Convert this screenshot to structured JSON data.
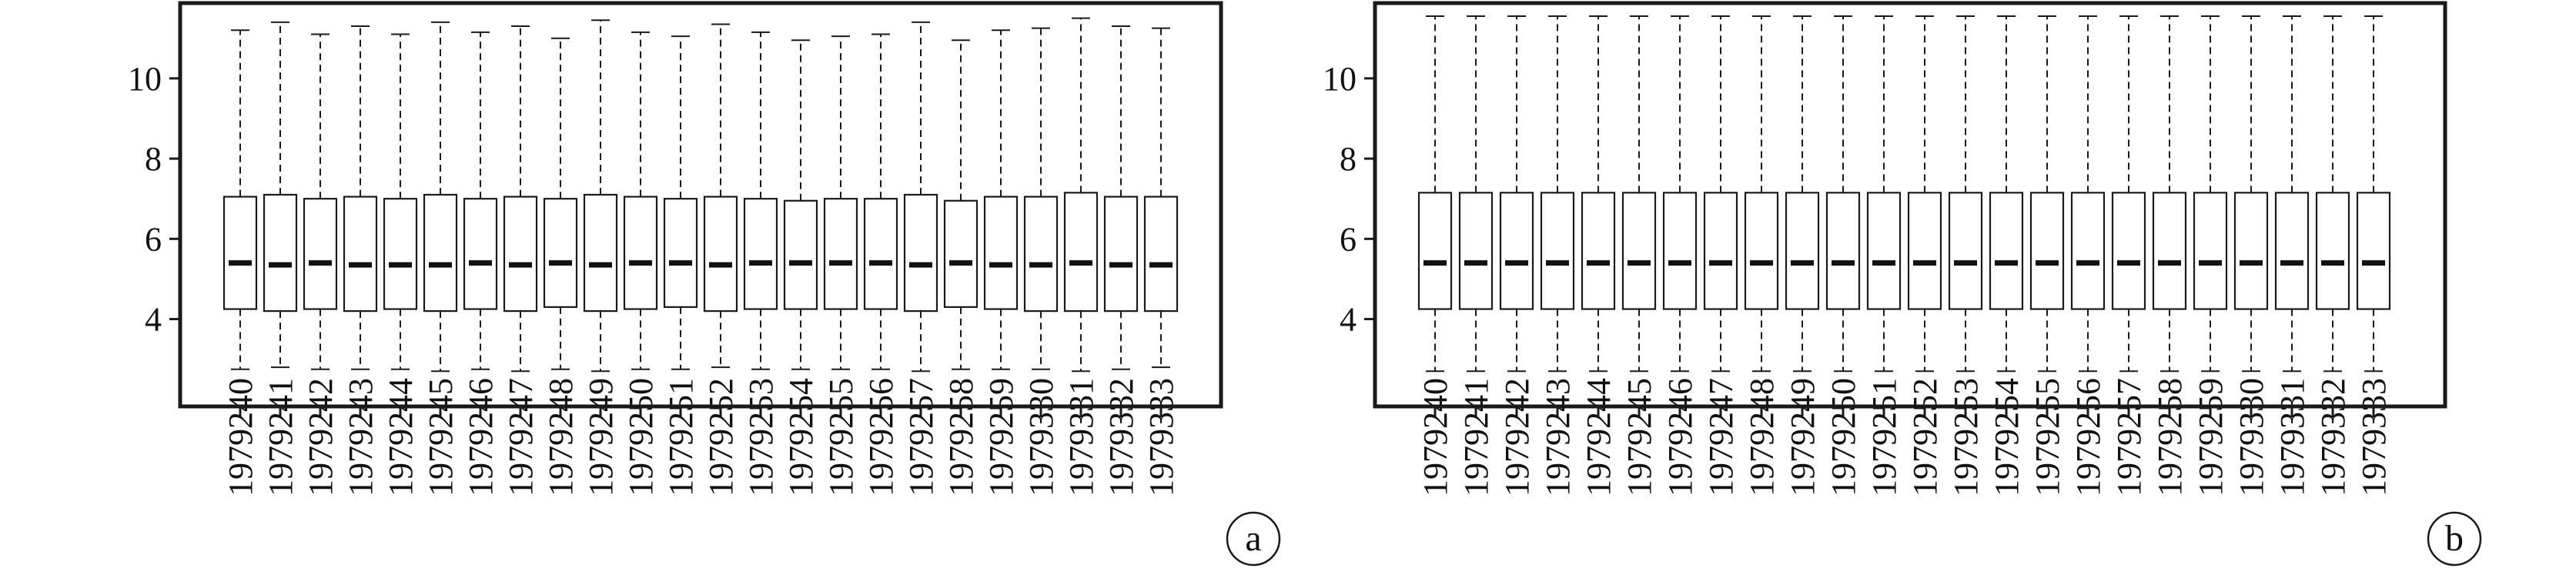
{
  "chart_data": [
    {
      "type": "box",
      "panel_label": "a",
      "title": "",
      "xlabel": "",
      "ylabel": "",
      "ylim": [
        1.9,
        11.8
      ],
      "yticks": [
        4,
        6,
        8,
        10
      ],
      "ytick_labels": [
        "4",
        "6",
        "8",
        "10"
      ],
      "grid": false,
      "categories": [
        "1979240",
        "1979241",
        "1979242",
        "1979243",
        "1979244",
        "1979245",
        "1979246",
        "1979247",
        "1979248",
        "1979249",
        "1979250",
        "1979251",
        "1979252",
        "1979253",
        "1979254",
        "1979255",
        "1979256",
        "1979257",
        "1979258",
        "1979259",
        "1979330",
        "1979331",
        "1979332",
        "1979333"
      ],
      "boxes": [
        {
          "whislo": 2.75,
          "q1": 4.25,
          "med": 5.4,
          "q3": 7.05,
          "whishi": 11.2
        },
        {
          "whislo": 2.8,
          "q1": 4.2,
          "med": 5.35,
          "q3": 7.1,
          "whishi": 11.4
        },
        {
          "whislo": 2.75,
          "q1": 4.25,
          "med": 5.4,
          "q3": 7.0,
          "whishi": 11.1
        },
        {
          "whislo": 2.75,
          "q1": 4.2,
          "med": 5.35,
          "q3": 7.05,
          "whishi": 11.3
        },
        {
          "whislo": 2.75,
          "q1": 4.25,
          "med": 5.35,
          "q3": 7.0,
          "whishi": 11.1
        },
        {
          "whislo": 2.7,
          "q1": 4.2,
          "med": 5.35,
          "q3": 7.1,
          "whishi": 11.4
        },
        {
          "whislo": 2.75,
          "q1": 4.25,
          "med": 5.4,
          "q3": 7.0,
          "whishi": 11.15
        },
        {
          "whislo": 2.7,
          "q1": 4.2,
          "med": 5.35,
          "q3": 7.05,
          "whishi": 11.3
        },
        {
          "whislo": 2.75,
          "q1": 4.3,
          "med": 5.4,
          "q3": 7.0,
          "whishi": 11.0
        },
        {
          "whislo": 2.7,
          "q1": 4.2,
          "med": 5.35,
          "q3": 7.1,
          "whishi": 11.45
        },
        {
          "whislo": 2.75,
          "q1": 4.25,
          "med": 5.4,
          "q3": 7.05,
          "whishi": 11.15
        },
        {
          "whislo": 2.75,
          "q1": 4.3,
          "med": 5.4,
          "q3": 7.0,
          "whishi": 11.05
        },
        {
          "whislo": 2.8,
          "q1": 4.2,
          "med": 5.35,
          "q3": 7.05,
          "whishi": 11.35
        },
        {
          "whislo": 2.75,
          "q1": 4.25,
          "med": 5.4,
          "q3": 7.0,
          "whishi": 11.15
        },
        {
          "whislo": 2.75,
          "q1": 4.25,
          "med": 5.4,
          "q3": 6.95,
          "whishi": 10.95
        },
        {
          "whislo": 2.75,
          "q1": 4.25,
          "med": 5.4,
          "q3": 7.0,
          "whishi": 11.05
        },
        {
          "whislo": 2.75,
          "q1": 4.25,
          "med": 5.4,
          "q3": 7.0,
          "whishi": 11.1
        },
        {
          "whislo": 2.7,
          "q1": 4.2,
          "med": 5.35,
          "q3": 7.1,
          "whishi": 11.4
        },
        {
          "whislo": 2.75,
          "q1": 4.3,
          "med": 5.4,
          "q3": 6.95,
          "whishi": 10.95
        },
        {
          "whislo": 2.75,
          "q1": 4.25,
          "med": 5.35,
          "q3": 7.05,
          "whishi": 11.2
        },
        {
          "whislo": 2.75,
          "q1": 4.2,
          "med": 5.35,
          "q3": 7.05,
          "whishi": 11.25
        },
        {
          "whislo": 2.7,
          "q1": 4.2,
          "med": 5.4,
          "q3": 7.15,
          "whishi": 11.5
        },
        {
          "whislo": 2.75,
          "q1": 4.2,
          "med": 5.35,
          "q3": 7.05,
          "whishi": 11.3
        },
        {
          "whislo": 2.8,
          "q1": 4.2,
          "med": 5.35,
          "q3": 7.05,
          "whishi": 11.25
        }
      ]
    },
    {
      "type": "box",
      "panel_label": "b",
      "title": "",
      "xlabel": "",
      "ylabel": "",
      "ylim": [
        1.9,
        11.8
      ],
      "yticks": [
        4,
        6,
        8,
        10
      ],
      "ytick_labels": [
        "4",
        "6",
        "8",
        "10"
      ],
      "grid": false,
      "categories": [
        "1979240",
        "1979241",
        "1979242",
        "1979243",
        "1979244",
        "1979245",
        "1979246",
        "1979247",
        "1979248",
        "1979249",
        "1979250",
        "1979251",
        "1979252",
        "1979253",
        "1979254",
        "1979255",
        "1979256",
        "1979257",
        "1979258",
        "1979259",
        "1979330",
        "1979331",
        "1979332",
        "1979333"
      ],
      "boxes": [
        {
          "whislo": 2.7,
          "q1": 4.25,
          "med": 5.4,
          "q3": 7.15,
          "whishi": 11.55
        },
        {
          "whislo": 2.7,
          "q1": 4.25,
          "med": 5.4,
          "q3": 7.15,
          "whishi": 11.55
        },
        {
          "whislo": 2.7,
          "q1": 4.25,
          "med": 5.4,
          "q3": 7.15,
          "whishi": 11.55
        },
        {
          "whislo": 2.7,
          "q1": 4.25,
          "med": 5.4,
          "q3": 7.15,
          "whishi": 11.55
        },
        {
          "whislo": 2.7,
          "q1": 4.25,
          "med": 5.4,
          "q3": 7.15,
          "whishi": 11.55
        },
        {
          "whislo": 2.7,
          "q1": 4.25,
          "med": 5.4,
          "q3": 7.15,
          "whishi": 11.55
        },
        {
          "whislo": 2.7,
          "q1": 4.25,
          "med": 5.4,
          "q3": 7.15,
          "whishi": 11.55
        },
        {
          "whislo": 2.7,
          "q1": 4.25,
          "med": 5.4,
          "q3": 7.15,
          "whishi": 11.55
        },
        {
          "whislo": 2.7,
          "q1": 4.25,
          "med": 5.4,
          "q3": 7.15,
          "whishi": 11.55
        },
        {
          "whislo": 2.7,
          "q1": 4.25,
          "med": 5.4,
          "q3": 7.15,
          "whishi": 11.55
        },
        {
          "whislo": 2.7,
          "q1": 4.25,
          "med": 5.4,
          "q3": 7.15,
          "whishi": 11.55
        },
        {
          "whislo": 2.7,
          "q1": 4.25,
          "med": 5.4,
          "q3": 7.15,
          "whishi": 11.55
        },
        {
          "whislo": 2.7,
          "q1": 4.25,
          "med": 5.4,
          "q3": 7.15,
          "whishi": 11.55
        },
        {
          "whislo": 2.7,
          "q1": 4.25,
          "med": 5.4,
          "q3": 7.15,
          "whishi": 11.55
        },
        {
          "whislo": 2.7,
          "q1": 4.25,
          "med": 5.4,
          "q3": 7.15,
          "whishi": 11.55
        },
        {
          "whislo": 2.7,
          "q1": 4.25,
          "med": 5.4,
          "q3": 7.15,
          "whishi": 11.55
        },
        {
          "whislo": 2.7,
          "q1": 4.25,
          "med": 5.4,
          "q3": 7.15,
          "whishi": 11.55
        },
        {
          "whislo": 2.7,
          "q1": 4.25,
          "med": 5.4,
          "q3": 7.15,
          "whishi": 11.55
        },
        {
          "whislo": 2.7,
          "q1": 4.25,
          "med": 5.4,
          "q3": 7.15,
          "whishi": 11.55
        },
        {
          "whislo": 2.7,
          "q1": 4.25,
          "med": 5.4,
          "q3": 7.15,
          "whishi": 11.55
        },
        {
          "whislo": 2.7,
          "q1": 4.25,
          "med": 5.4,
          "q3": 7.15,
          "whishi": 11.55
        },
        {
          "whislo": 2.7,
          "q1": 4.25,
          "med": 5.4,
          "q3": 7.15,
          "whishi": 11.55
        },
        {
          "whislo": 2.7,
          "q1": 4.25,
          "med": 5.4,
          "q3": 7.15,
          "whishi": 11.55
        },
        {
          "whislo": 2.7,
          "q1": 4.25,
          "med": 5.4,
          "q3": 7.15,
          "whishi": 11.55
        }
      ]
    }
  ]
}
